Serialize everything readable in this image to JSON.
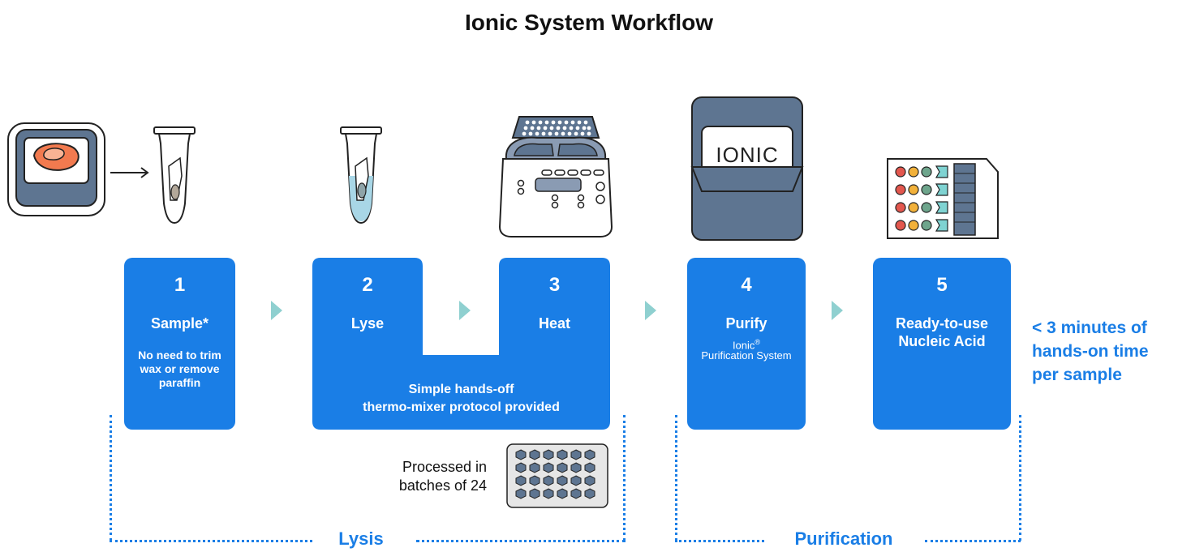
{
  "title": "Ionic System Workflow",
  "steps": [
    {
      "num": "1",
      "name": "Sample*",
      "desc": "No need to trim wax or remove paraffin"
    },
    {
      "num": "2",
      "name": "Lyse"
    },
    {
      "num": "3",
      "name": "Heat"
    },
    {
      "num": "4",
      "name": "Purify",
      "brand": "Ionic",
      "brand_mark": "®",
      "desc": "Purification System"
    },
    {
      "num": "5",
      "name": "Ready-to-use Nucleic Acid"
    }
  ],
  "combined_note_line1": "Simple hands-off",
  "combined_note_line2": "thermo-mixer protocol provided",
  "batch_label": "Processed in batches of 24",
  "groups": {
    "lysis": "Lysis",
    "purification": "Purification"
  },
  "side_note": "< 3 minutes of hands-on time per sample",
  "ionic_logo_text": "IONIC",
  "colors": {
    "step_blue": "#1a7ee6",
    "arrow_teal": "#8fd0d0",
    "device_slate": "#5e7591"
  }
}
